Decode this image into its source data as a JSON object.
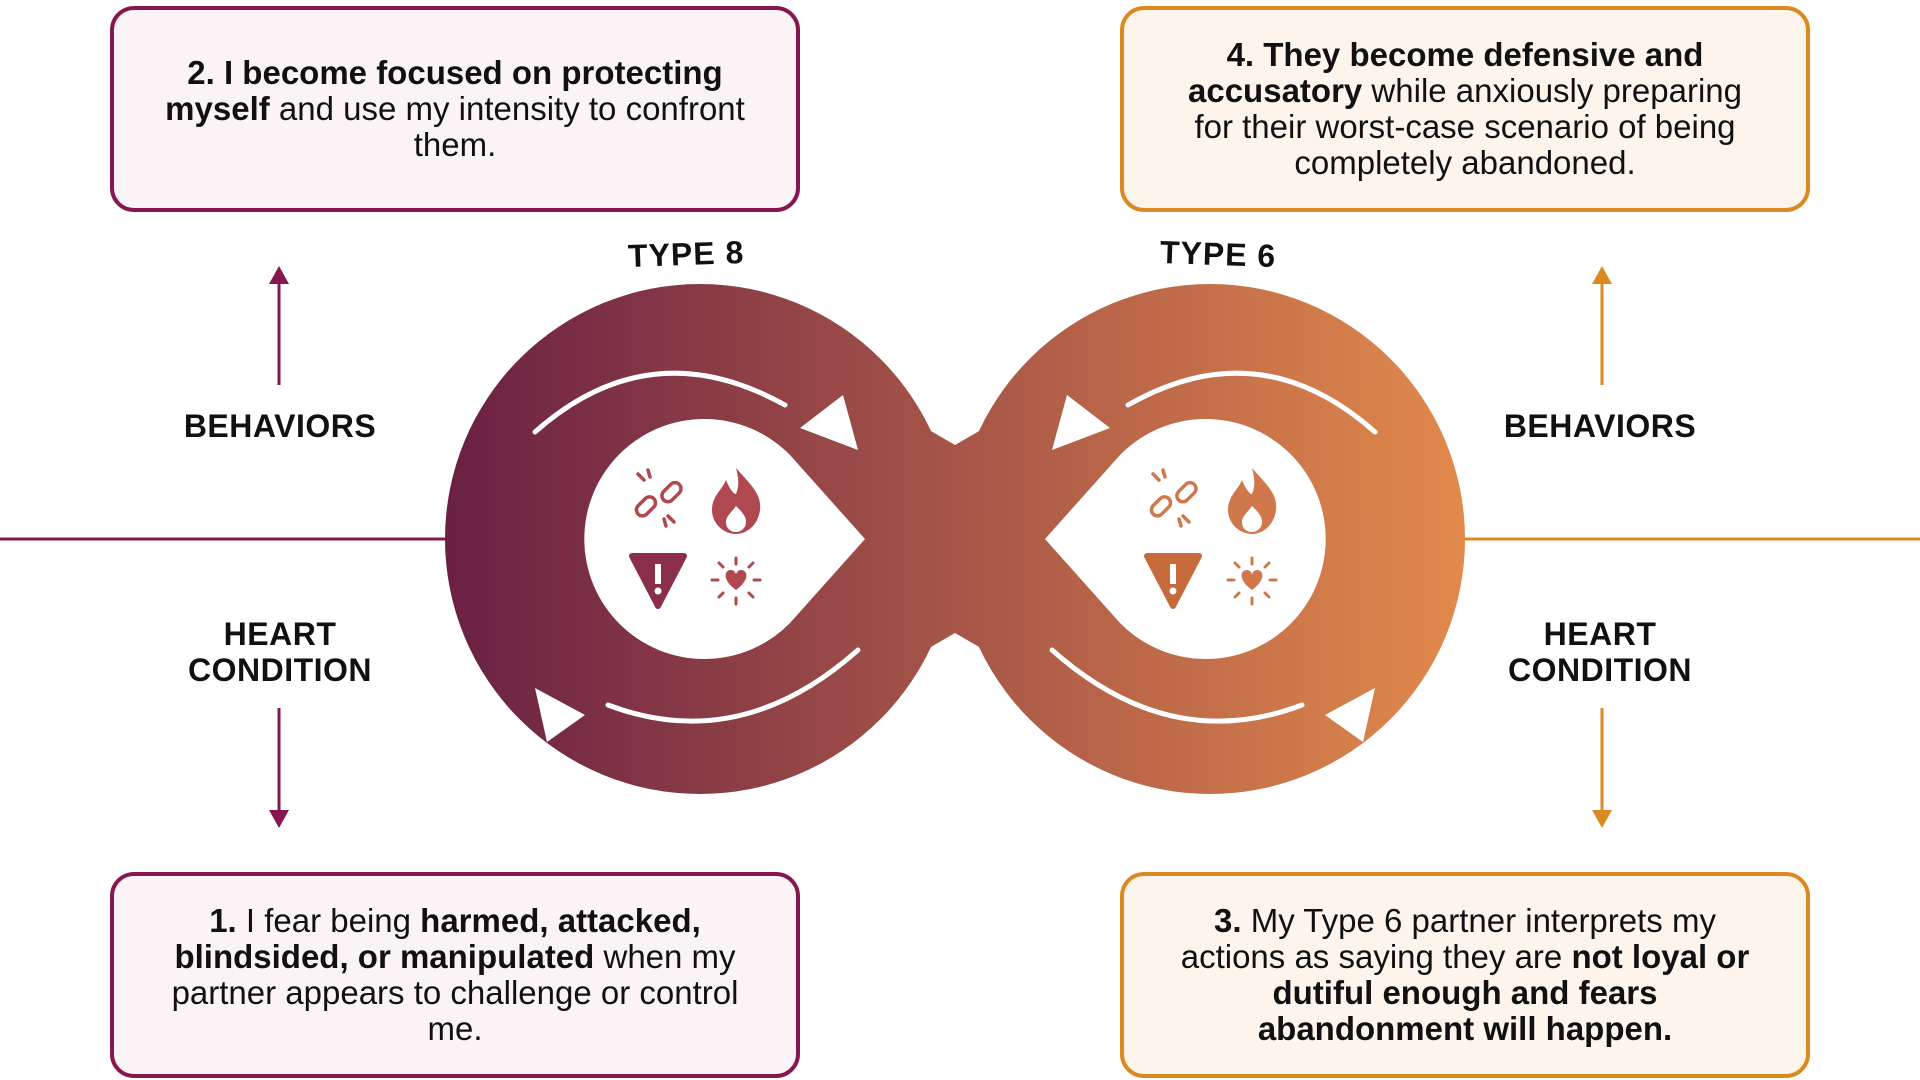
{
  "colors": {
    "plum": "#86184f",
    "amber": "#da8a20",
    "gradient_start": "#6a2043",
    "gradient_end": "#e28a4c",
    "box_plum_bg": "#fbf4f6",
    "box_amber_bg": "#fdf5ec"
  },
  "types": {
    "left": "TYPE 8",
    "right": "TYPE 6"
  },
  "labels": {
    "behaviors": "BEHAVIORS",
    "heart_line1": "HEART",
    "heart_line2": "CONDITION"
  },
  "boxes": {
    "box2": {
      "lead_bold": "2. I become focused on protecting myself",
      "rest": " and use my intensity to confront them."
    },
    "box4": {
      "lead_bold": "4. They become defensive and accusatory",
      "rest": " while anxiously preparing for their worst-case scenario of being completely abandoned."
    },
    "box1": {
      "num": "1.",
      "pre": " I fear being ",
      "bold": "harmed, attacked, blindsided, or manipulated",
      "rest": " when my partner appears to challenge or control me."
    },
    "box3": {
      "num": "3.",
      "pre": " My Type 6 partner interprets my actions as saying they are ",
      "bold": "not loyal or dutiful enough and fears abandonment will happen."
    }
  },
  "icons": [
    "broken-link-icon",
    "flame-icon",
    "warning-icon",
    "sparkling-heart-icon"
  ]
}
